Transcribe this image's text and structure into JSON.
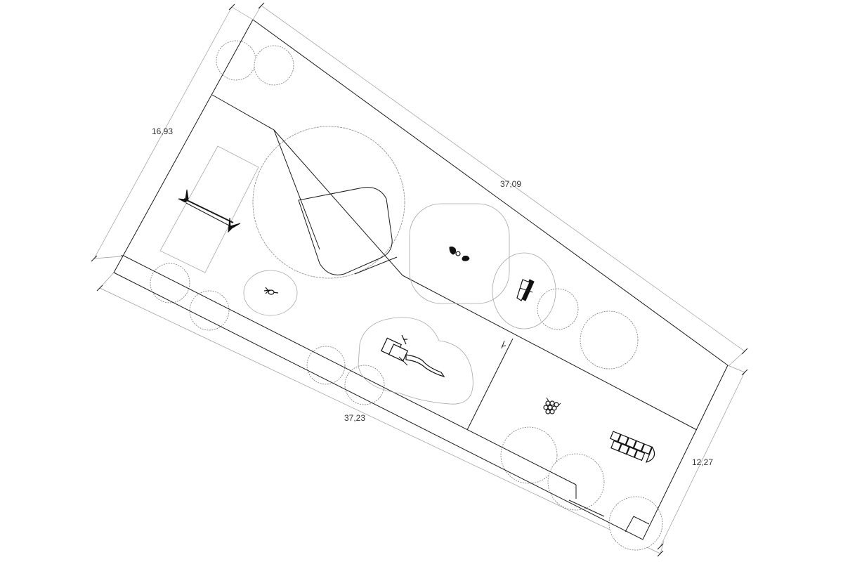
{
  "drawing": {
    "dimensions": {
      "left_side": "16,93",
      "top_side": "37,09",
      "bottom_side": "37,23",
      "right_side": "12,27"
    },
    "equipment": [
      {
        "name": "swing"
      },
      {
        "name": "spring-rocker"
      },
      {
        "name": "seesaw"
      },
      {
        "name": "balance-beam"
      },
      {
        "name": "play-tower-with-slide"
      },
      {
        "name": "climbing-net"
      },
      {
        "name": "hopscotch"
      }
    ]
  }
}
